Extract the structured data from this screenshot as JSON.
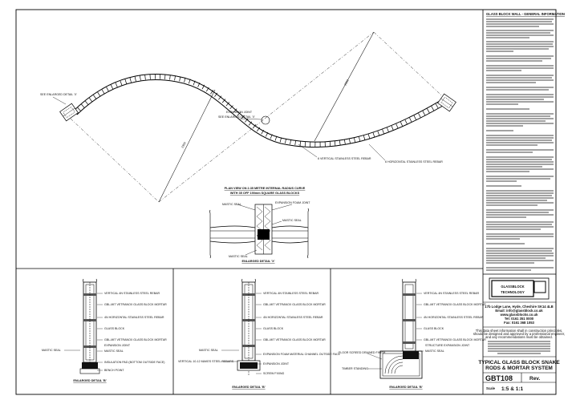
{
  "plan": {
    "title_line1": "PLAN VIEW ON 2.35 METRE INTERNAL RADIUS CURVE",
    "title_line2": "WITH 35 OFF 190mm SQUARE GLASS BLOCKS",
    "label_left_detail": "SEE ENLARGED DETAIL 'X'",
    "label_expansion_1": "EXPANSION JOINT",
    "label_expansion_2": "SEE ENLARGED DETAIL 'X'",
    "label_vertical_rebar": "6 VERTICAL STAINLESS STEEL REBAR",
    "label_horizontal_rebar": "6 HORIZONTAL STAINLESS STEEL REBAR",
    "radius_label_1": "2350",
    "radius_label_2": "2350",
    "radius_label_3": "2350"
  },
  "detail_x": {
    "caption": "ENLARGED DETAIL 'X'",
    "label_mastic_tl": "MASTIC SEAL",
    "label_expansion": "EXPANSION FOAM JOINT",
    "label_mastic_tr": "MASTIC SEAL",
    "label_mastic_bl": "MASTIC SEAL"
  },
  "sections": [
    {
      "caption": "ENLARGED DETAIL 'B'",
      "labels": [
        "VERTICAL 4N STAINLESS STEEL REBAR",
        "GBL-MIT VETRANOX GLASS BLOCK MORTAR",
        "4N HORIZONTAL STAINLESS STEEL REBAR",
        "GLASS BLOCK",
        "GBL-MIT VETRANOX GLASS BLOCK MORTAR",
        "EXPANSION JOINT",
        "MASTIC SEAL",
        "INSULATION PAD (BOTTOM OUTSIDE FACE)",
        "BENCH POINT"
      ],
      "side_label": "MASTIC SEAL"
    },
    {
      "caption": "ENLARGED DETAIL 'B'",
      "labels": [
        "VERTICAL 4N STAINLESS STEEL REBAR",
        "GBL-MIT VETRANOX GLASS BLOCK MORTAR",
        "4N HORIZONTAL STAINLESS STEEL REBAR",
        "GLASS BLOCK",
        "GBL-MIT VETRANOX GLASS BLOCK MORTAR",
        "EXPANSION FOAM MATERIAL CHANNEL OUTSIDE FACE",
        "EXPANSION JOINT",
        "SCREW FIXING"
      ],
      "side_label_1": "MASTIC SEAL",
      "side_label_2": "VERTICAL 10-12 MAKES STEEL REBARS"
    },
    {
      "caption": "ENLARGED DETAIL 'B'",
      "labels": [
        "VERTICAL 4N STAINLESS STEEL REBAR",
        "GBL-MIT VETRANOX GLASS BLOCK MORTAR",
        "4N HORIZONTAL STAINLESS STEEL REBAR",
        "GLASS BLOCK",
        "GBL-MIT VETRANOX GLASS BLOCK MORTAR",
        "STRUCTURE EXPANSION JOINT",
        "MASTIC SEAL"
      ],
      "side_label_1": "FLOOR SCREED DRAINED FINISH",
      "side_label_2": "TIMBER STANDING"
    }
  ],
  "notes": {
    "heading": "GLASS BLOCK WALL - GENERAL INFORMATION"
  },
  "title_block": {
    "logo_line1": "GLASSBLOCK",
    "logo_line2": "TECHNOLOGY",
    "address_1": "17b Lodge Lane, Hyde, Cheshire SK14 4LB",
    "address_2": "Email: info@glassblock.co.uk",
    "address_3": "www.glassblocks.co.uk",
    "tel": "Tel: 0161 351 0000",
    "fax": "Fax: 0161 368 1053",
    "disclaimer_1": "This data sheet information shall in construction principles,",
    "disclaimer_2": "should be designed and approved by a professional engineer,",
    "disclaimer_3": "and any recommendations must be obtained.",
    "title_line1": "TYPICAL GLASS BLOCK SNAKE",
    "title_line2": "RODS & MORTAR SYSTEM",
    "drawing_no": "GBT108",
    "rev_label": "Rev.",
    "scale_label": "Scale",
    "scale_value": "1:5 & 1:1"
  }
}
